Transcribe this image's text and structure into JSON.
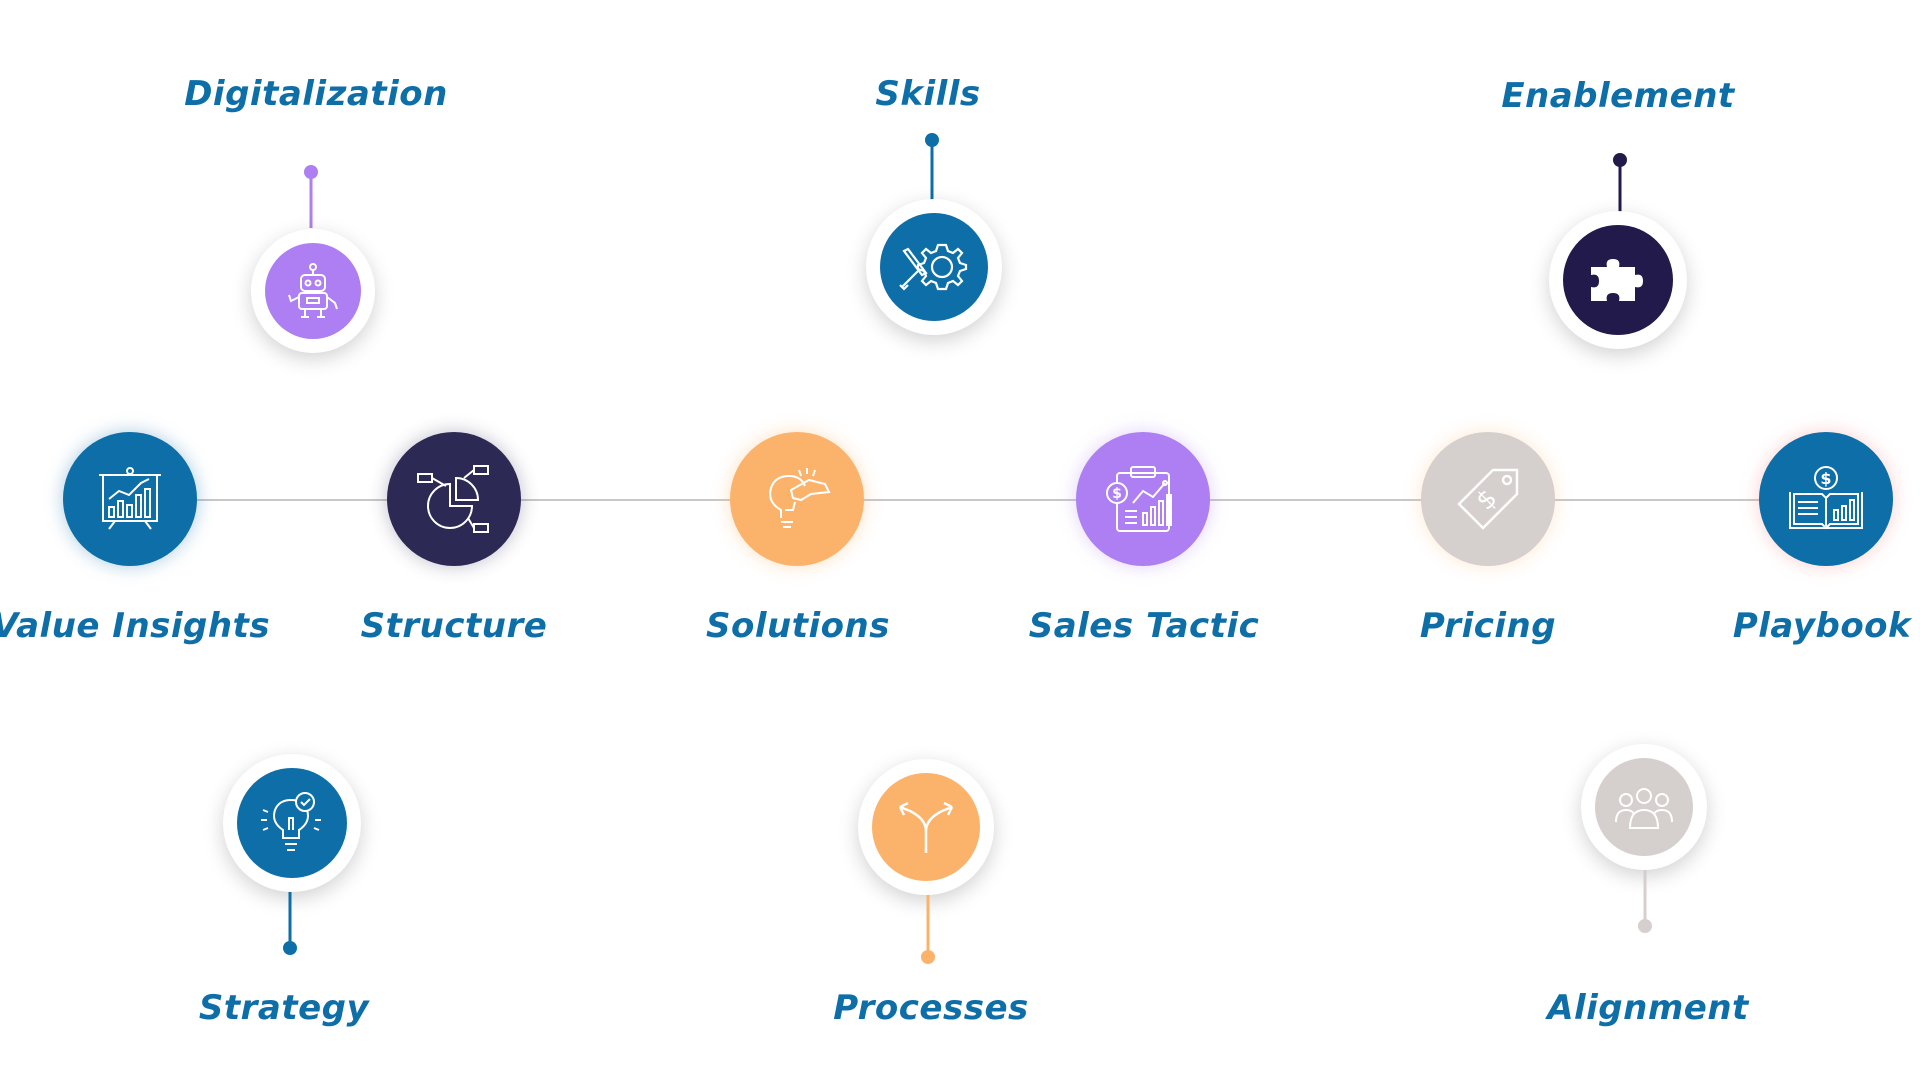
{
  "colors": {
    "label": "#0e6ea8",
    "blue": "#0e6ea8",
    "navy": "#2c2954",
    "orange": "#fbb36b",
    "purple": "#ad7ff2",
    "grey": "#d5cfcd",
    "darknavy": "#221a4b"
  },
  "timeline_nodes": [
    {
      "label": "Value Insights",
      "icon": "presentation-chart-icon",
      "color": "#0e6ea8"
    },
    {
      "label": "Structure",
      "icon": "pie-chart-icon",
      "color": "#2c2954"
    },
    {
      "label": "Solutions",
      "icon": "lightbulb-hand-icon",
      "color": "#fbb36b"
    },
    {
      "label": "Sales Tactic",
      "icon": "clipboard-chart-icon",
      "color": "#ad7ff2"
    },
    {
      "label": "Pricing",
      "icon": "price-tag-icon",
      "color": "#d5cfcd"
    },
    {
      "label": "Playbook",
      "icon": "book-dollar-icon",
      "color": "#0e6ea8"
    }
  ],
  "top_nodes": [
    {
      "label": "Digitalization",
      "icon": "robot-icon",
      "color": "#ad7ff2"
    },
    {
      "label": "Skills",
      "icon": "gear-tools-icon",
      "color": "#0e6ea8"
    },
    {
      "label": "Enablement",
      "icon": "puzzle-icon",
      "color": "#221a4b"
    }
  ],
  "bottom_nodes": [
    {
      "label": "Strategy",
      "icon": "idea-check-icon",
      "color": "#0e6ea8"
    },
    {
      "label": "Processes",
      "icon": "split-arrows-icon",
      "color": "#fbb36b"
    },
    {
      "label": "Alignment",
      "icon": "team-icon",
      "color": "#d5cfcd"
    }
  ]
}
